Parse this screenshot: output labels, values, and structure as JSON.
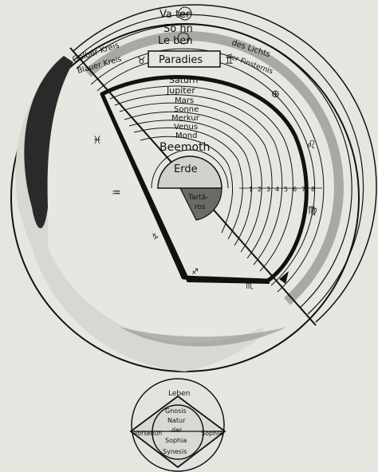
{
  "colors": {
    "paper": "#e6e6e1",
    "ink": "#111111",
    "band_gray": "#a9a9a4",
    "shadow": "#2a2a2a",
    "dark_band": "#5e5e5a"
  },
  "top_circle": {
    "crown": {
      "line1": "Va  ter",
      "line1_small": "Agathi",
      "line2": "So  hn",
      "line3": "Le  ben"
    },
    "outer_ring_labels": {
      "left": "Gelber Kreis",
      "right": "des Lichts",
      "left2": "Blauer Kreis",
      "right2": "der Finsternis"
    },
    "paradies_box": "Paradies",
    "planets": [
      "Saturn",
      "Jupiter",
      "Mars",
      "Sonne",
      "Merkur",
      "Venus",
      "Mond"
    ],
    "beemoth": "Beemoth",
    "erde": "Erde",
    "tartaros": [
      "Tartă-",
      "ros"
    ],
    "numbers": [
      "1",
      "2",
      "3",
      "4",
      "5",
      "6",
      "7",
      "8"
    ],
    "symbols": {
      "left_upper": "♓",
      "left_middle": "♒",
      "top_right": "⊕",
      "right_upper": "♌",
      "right_middle": "♍",
      "bottom_right": "♏",
      "bottom_left": "♐",
      "lower_mid": "♑",
      "left_badge": "♉",
      "right_badge": "♊"
    }
  },
  "bottom_circle": {
    "leben": "Leben",
    "gnosis": "Gnosis",
    "natur": "Natur",
    "der": "der",
    "sophia_inner": "Sophia",
    "synesis": "Synesis",
    "vorsehung": "Vorsehun",
    "sophia_right": "Sophia"
  }
}
